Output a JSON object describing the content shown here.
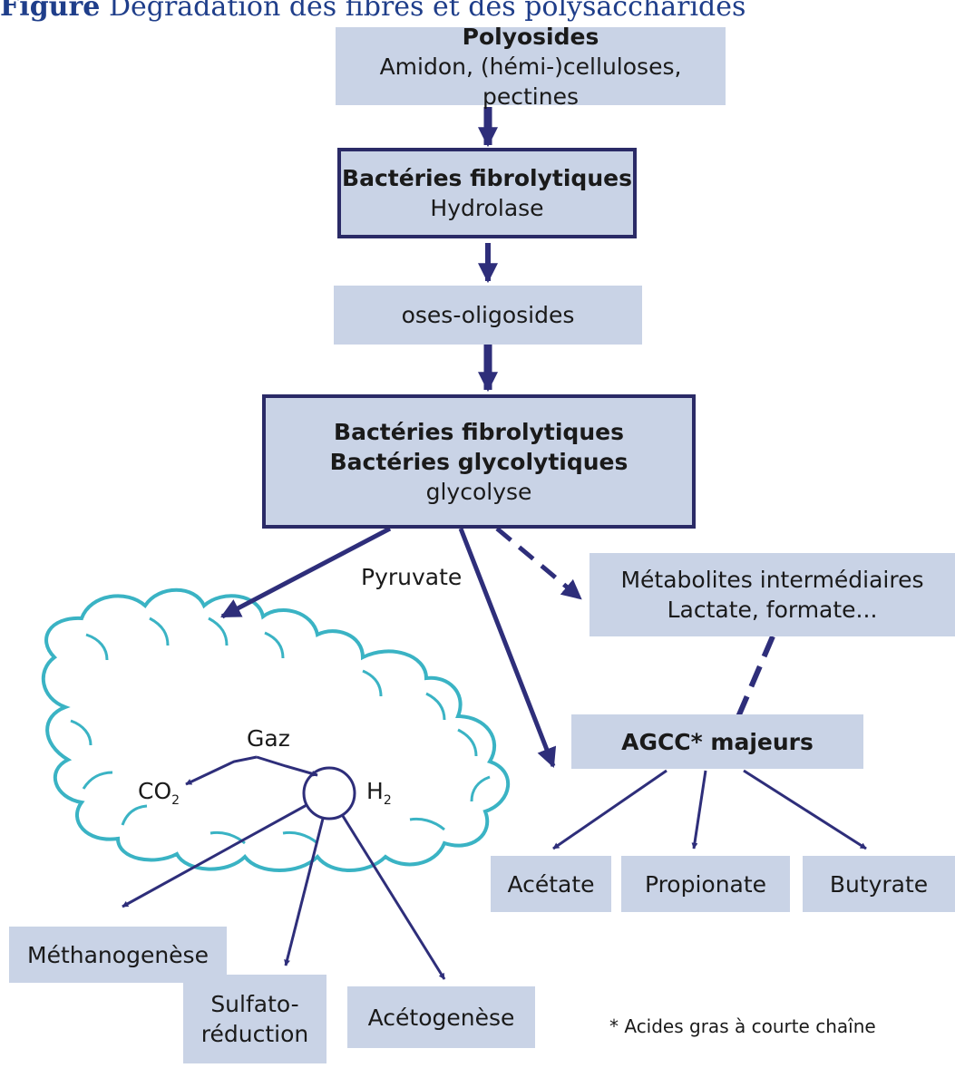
{
  "caption": {
    "label": "Figure",
    "text": "Dégradation des fibres et des polysaccharides"
  },
  "colors": {
    "arrow": "#2e2e7a",
    "box_fill": "#c9d3e6",
    "box_border": "#2a2a66",
    "cloud": "#3ab3c4"
  },
  "nodes": {
    "polyosides": {
      "title": "Polyosides",
      "line": "Amidon, (hémi-)celluloses, pectines"
    },
    "fibro1": {
      "title": "Bactéries fibrolytiques",
      "line": "Hydrolase"
    },
    "oses": {
      "line": "oses-oligosides"
    },
    "fibro2": {
      "title1": "Bactéries fibrolytiques",
      "title2": "Bactéries glycolytiques",
      "line": "glycolyse"
    },
    "metabolites": {
      "line1": "Métabolites intermédiaires",
      "line2": "Lactate, formate..."
    },
    "agcc": {
      "title": "AGCC* majeurs"
    },
    "acetate": "Acétate",
    "propionate": "Propionate",
    "butyrate": "Butyrate",
    "methano": "Méthanogenèse",
    "sulfato": {
      "line1": "Sulfato-",
      "line2": "réduction"
    },
    "acetogen": "Acétogenèse"
  },
  "labels": {
    "pyruvate": "Pyruvate",
    "gaz": "Gaz",
    "co2": "CO",
    "co2_sub": "2",
    "h2": "H",
    "h2_sub": "2"
  },
  "footnote": "* Acides gras à courte chaîne"
}
